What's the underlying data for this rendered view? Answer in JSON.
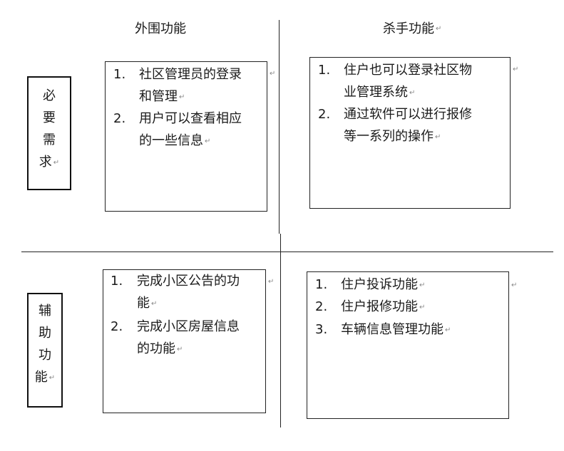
{
  "headers": {
    "left": "外围功能",
    "right": "杀手功能"
  },
  "paragraph_mark": "↵",
  "side_labels": {
    "top": [
      "必",
      "要",
      "需",
      "求"
    ],
    "bottom": [
      "辅",
      "助",
      "功",
      "能"
    ]
  },
  "quadrants": {
    "top_left": [
      {
        "num": "1.",
        "lines": [
          "社区管理员的登录",
          "和管理"
        ]
      },
      {
        "num": "2.",
        "lines": [
          "用户可以查看相应",
          "的一些信息"
        ]
      }
    ],
    "top_right": [
      {
        "num": "1.",
        "lines": [
          "住户也可以登录社区物",
          "业管理系统"
        ]
      },
      {
        "num": "2.",
        "lines": [
          "通过软件可以进行报修",
          "等一系列的操作"
        ]
      }
    ],
    "bottom_left": [
      {
        "num": "1.",
        "lines": [
          "完成小区公告的功",
          "能"
        ]
      },
      {
        "num": "2.",
        "lines": [
          "完成小区房屋信息",
          "的功能"
        ]
      }
    ],
    "bottom_right": [
      {
        "num": "1.",
        "lines": [
          "住户投诉功能"
        ]
      },
      {
        "num": "2.",
        "lines": [
          "住户报修功能"
        ]
      },
      {
        "num": "3.",
        "lines": [
          "车辆信息管理功能"
        ]
      }
    ]
  }
}
